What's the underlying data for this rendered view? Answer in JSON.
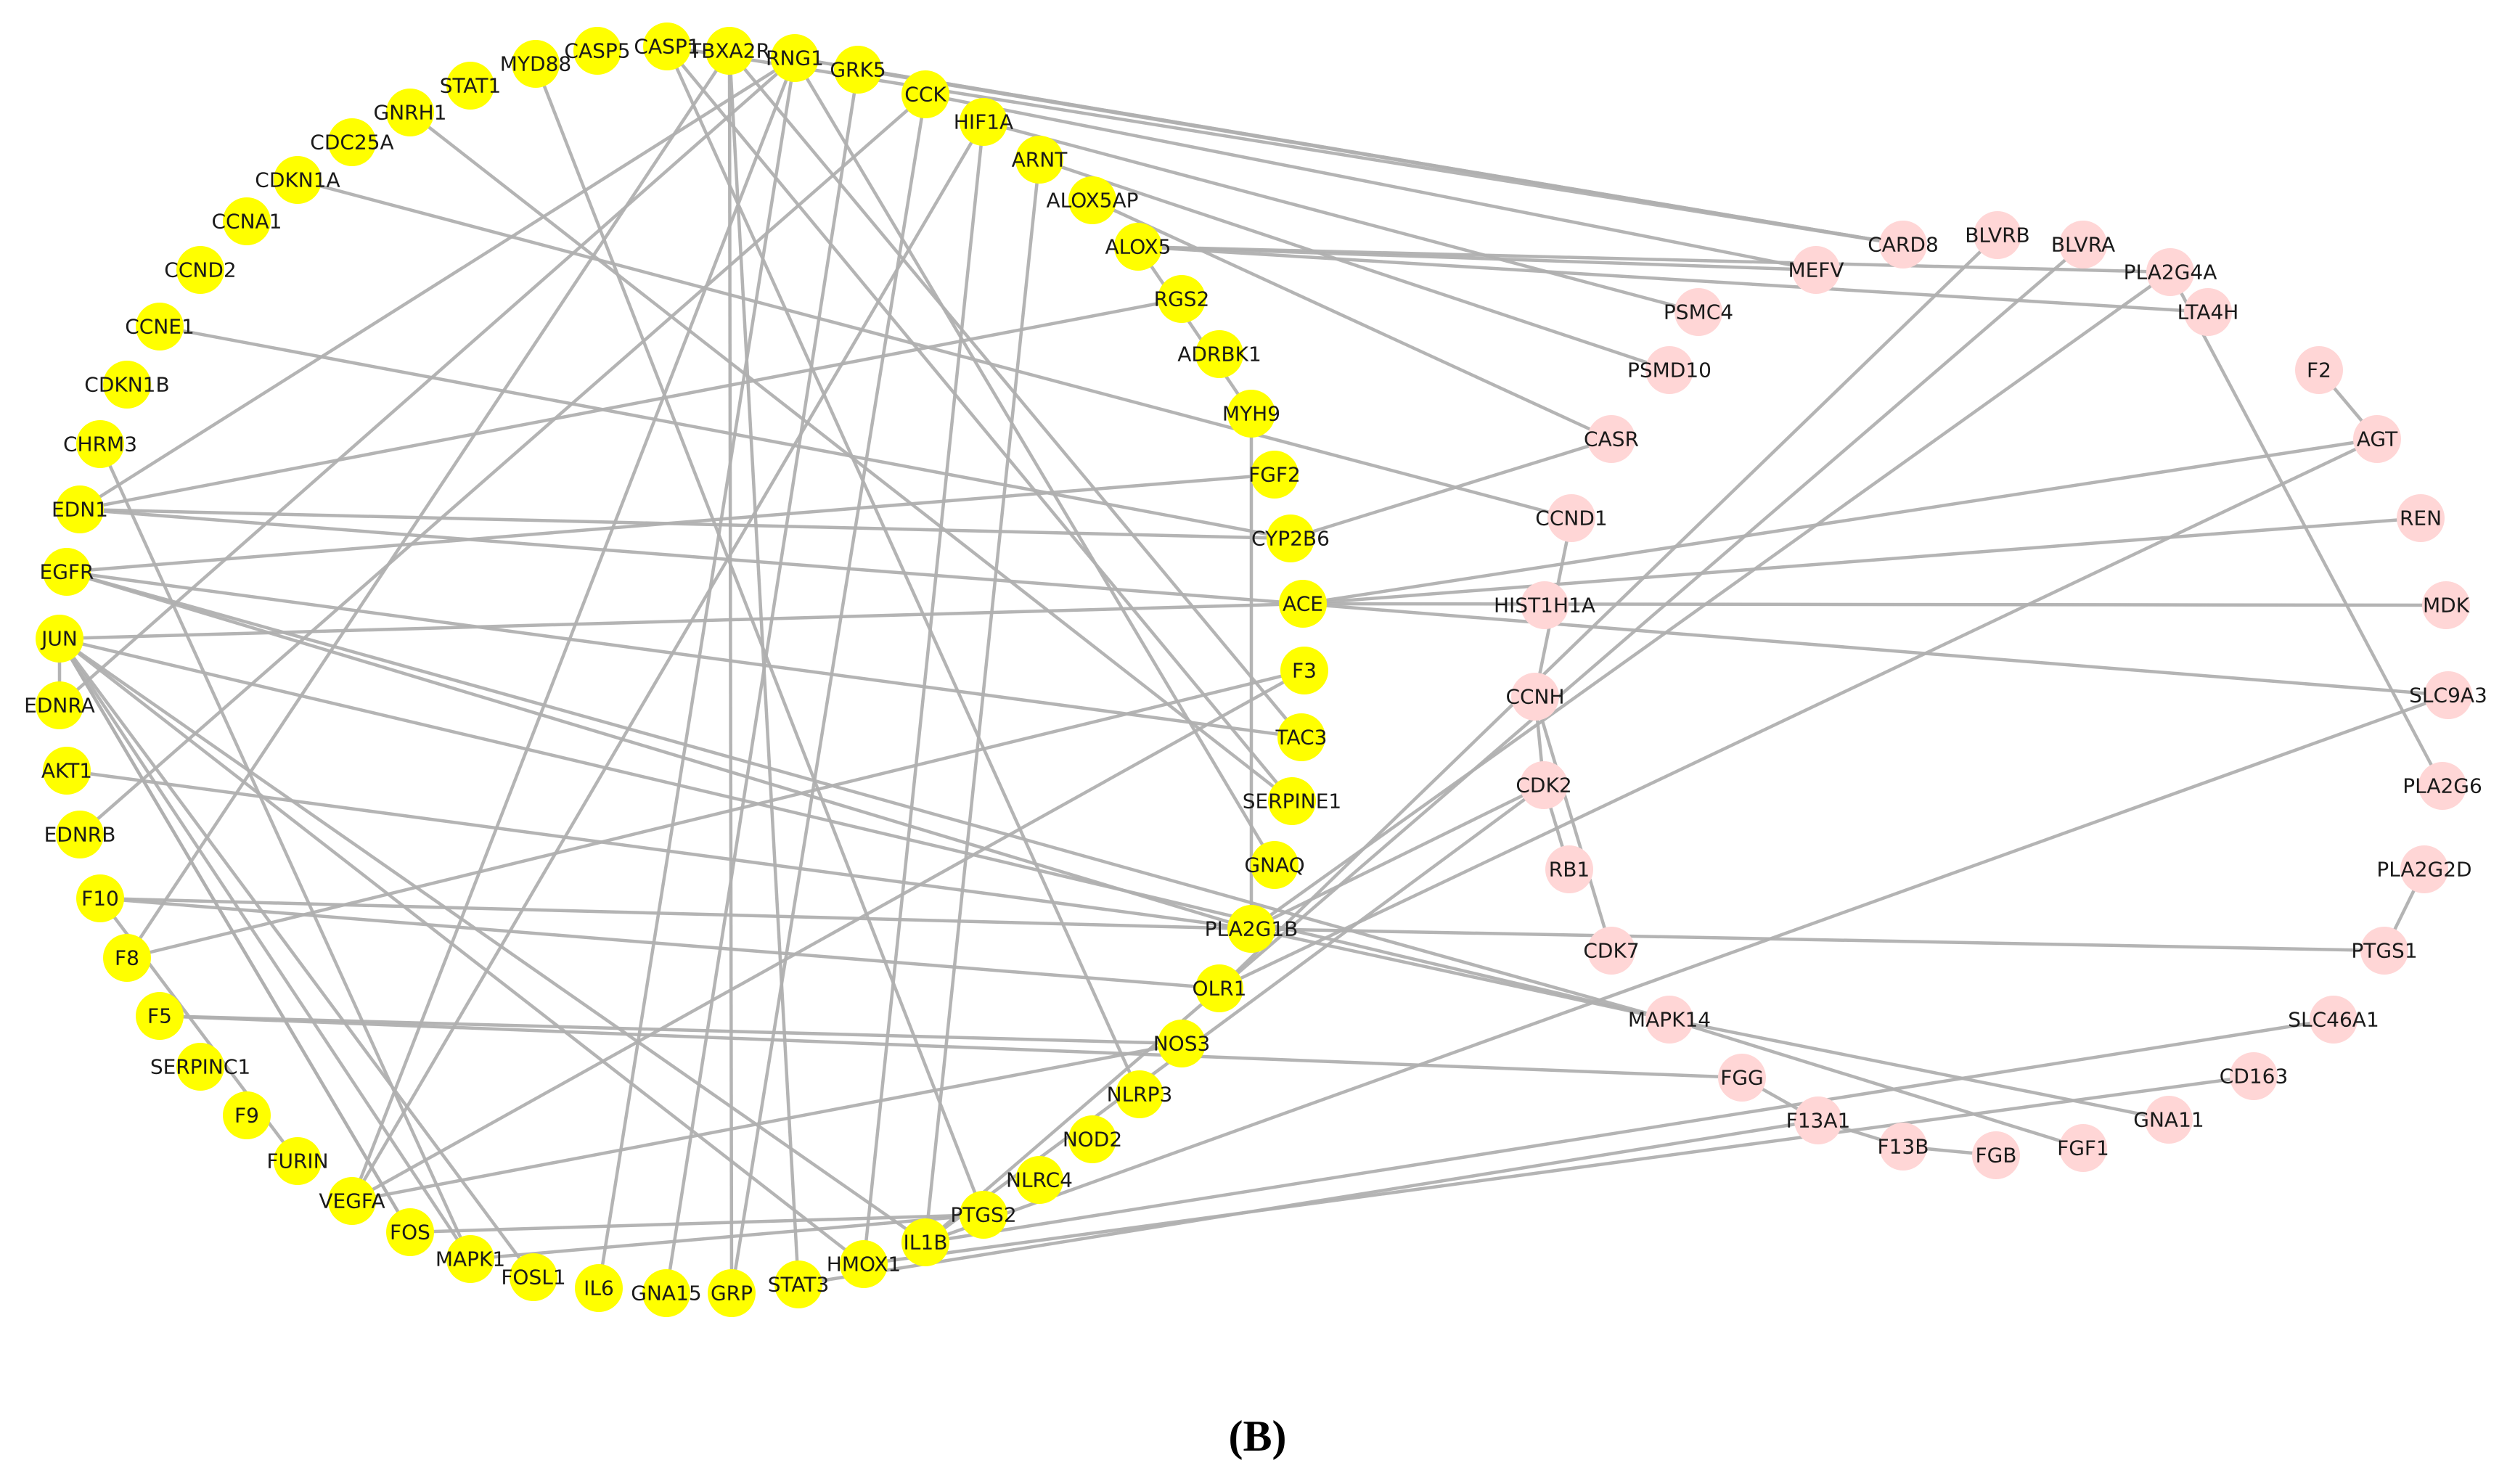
{
  "panel_label": "(B)",
  "colors": {
    "group_a": "#ffff00",
    "group_b": "#ffd6d6",
    "edge": "#b0b0b0"
  },
  "nodes": [
    {
      "id": "MYD88",
      "group": "a"
    },
    {
      "id": "CASP5",
      "group": "a"
    },
    {
      "id": "CASP1",
      "group": "a"
    },
    {
      "id": "TBXA2R",
      "group": "a"
    },
    {
      "id": "RNG1",
      "group": "a"
    },
    {
      "id": "GRK5",
      "group": "a"
    },
    {
      "id": "CCK",
      "group": "a"
    },
    {
      "id": "HIF1A",
      "group": "a"
    },
    {
      "id": "ARNT",
      "group": "a"
    },
    {
      "id": "ALOX5AP",
      "group": "a"
    },
    {
      "id": "ALOX5",
      "group": "a"
    },
    {
      "id": "RGS2",
      "group": "a"
    },
    {
      "id": "ADRBK1",
      "group": "a"
    },
    {
      "id": "MYH9",
      "group": "a"
    },
    {
      "id": "FGF2",
      "group": "a"
    },
    {
      "id": "CYP2B6",
      "group": "a"
    },
    {
      "id": "ACE",
      "group": "a"
    },
    {
      "id": "F3",
      "group": "a"
    },
    {
      "id": "TAC3",
      "group": "a"
    },
    {
      "id": "SERPINE1",
      "group": "a"
    },
    {
      "id": "GNAQ",
      "group": "a"
    },
    {
      "id": "PLA2G1B",
      "group": "a"
    },
    {
      "id": "OLR1",
      "group": "a"
    },
    {
      "id": "NOS3",
      "group": "a"
    },
    {
      "id": "NLRP3",
      "group": "a"
    },
    {
      "id": "NOD2",
      "group": "a"
    },
    {
      "id": "NLRC4",
      "group": "a"
    },
    {
      "id": "PTGS2",
      "group": "a"
    },
    {
      "id": "IL1B",
      "group": "a"
    },
    {
      "id": "HMOX1",
      "group": "a"
    },
    {
      "id": "STAT3",
      "group": "a"
    },
    {
      "id": "GRP",
      "group": "a"
    },
    {
      "id": "GNA15",
      "group": "a"
    },
    {
      "id": "IL6",
      "group": "a"
    },
    {
      "id": "FOSL1",
      "group": "a"
    },
    {
      "id": "MAPK1",
      "group": "a"
    },
    {
      "id": "FOS",
      "group": "a"
    },
    {
      "id": "VEGFA",
      "group": "a"
    },
    {
      "id": "FURIN",
      "group": "a"
    },
    {
      "id": "F9",
      "group": "a"
    },
    {
      "id": "SERPINC1",
      "group": "a"
    },
    {
      "id": "F5",
      "group": "a"
    },
    {
      "id": "F8",
      "group": "a"
    },
    {
      "id": "F10",
      "group": "a"
    },
    {
      "id": "EDNRB",
      "group": "a"
    },
    {
      "id": "AKT1",
      "group": "a"
    },
    {
      "id": "EDNRA",
      "group": "a"
    },
    {
      "id": "JUN",
      "group": "a"
    },
    {
      "id": "EGFR",
      "group": "a"
    },
    {
      "id": "EDN1",
      "group": "a"
    },
    {
      "id": "CHRM3",
      "group": "a"
    },
    {
      "id": "CDKN1B",
      "group": "a"
    },
    {
      "id": "CCNE1",
      "group": "a"
    },
    {
      "id": "CCND2",
      "group": "a"
    },
    {
      "id": "CCNA1",
      "group": "a"
    },
    {
      "id": "CDKN1A",
      "group": "a"
    },
    {
      "id": "CDC25A",
      "group": "a"
    },
    {
      "id": "GNRH1",
      "group": "a"
    },
    {
      "id": "STAT1",
      "group": "a"
    },
    {
      "id": "CARD8",
      "group": "b"
    },
    {
      "id": "BLVRB",
      "group": "b"
    },
    {
      "id": "BLVRA",
      "group": "b"
    },
    {
      "id": "MEFV",
      "group": "b"
    },
    {
      "id": "PLA2G4A",
      "group": "b"
    },
    {
      "id": "PSMC4",
      "group": "b"
    },
    {
      "id": "LTA4H",
      "group": "b"
    },
    {
      "id": "PSMD10",
      "group": "b"
    },
    {
      "id": "F2",
      "group": "b"
    },
    {
      "id": "CASR",
      "group": "b"
    },
    {
      "id": "AGT",
      "group": "b"
    },
    {
      "id": "CCND1",
      "group": "b"
    },
    {
      "id": "REN",
      "group": "b"
    },
    {
      "id": "HIST1H1A",
      "group": "b"
    },
    {
      "id": "MDK",
      "group": "b"
    },
    {
      "id": "CCNH",
      "group": "b"
    },
    {
      "id": "SLC9A3",
      "group": "b"
    },
    {
      "id": "CDK2",
      "group": "b"
    },
    {
      "id": "PLA2G6",
      "group": "b"
    },
    {
      "id": "RB1",
      "group": "b"
    },
    {
      "id": "PLA2G2D",
      "group": "b"
    },
    {
      "id": "CDK7",
      "group": "b"
    },
    {
      "id": "PTGS1",
      "group": "b"
    },
    {
      "id": "MAPK14",
      "group": "b"
    },
    {
      "id": "SLC46A1",
      "group": "b"
    },
    {
      "id": "CD163",
      "group": "b"
    },
    {
      "id": "FGG",
      "group": "b"
    },
    {
      "id": "F13A1",
      "group": "b"
    },
    {
      "id": "GNA11",
      "group": "b"
    },
    {
      "id": "F13B",
      "group": "b"
    },
    {
      "id": "FGB",
      "group": "b"
    },
    {
      "id": "FGF1",
      "group": "b"
    }
  ],
  "edges": [
    [
      "RNG1",
      "CARD8"
    ],
    [
      "GRK5",
      "CARD8"
    ],
    [
      "CCK",
      "MEFV"
    ],
    [
      "HIF1A",
      "PSMC4"
    ],
    [
      "ARNT",
      "PSMD10"
    ],
    [
      "ALOX5AP",
      "CASR"
    ],
    [
      "ALOX5",
      "PLA2G4A"
    ],
    [
      "ALOX5",
      "LTA4H"
    ],
    [
      "RGS2",
      "EDN1"
    ],
    [
      "FGF2",
      "EGFR"
    ],
    [
      "CYP2B6",
      "CASR"
    ],
    [
      "CYP2B6",
      "CCNE1"
    ],
    [
      "ACE",
      "AGT"
    ],
    [
      "ACE",
      "REN"
    ],
    [
      "ACE",
      "MDK"
    ],
    [
      "ACE",
      "EDN1"
    ],
    [
      "ACE",
      "JUN"
    ],
    [
      "ACE",
      "SLC9A3"
    ],
    [
      "F3",
      "F8"
    ],
    [
      "F3",
      "VEGFA"
    ],
    [
      "TAC3",
      "TBXA2R"
    ],
    [
      "SERPINE1",
      "CASP1"
    ],
    [
      "GNAQ",
      "RNG1"
    ],
    [
      "PLA2G1B",
      "PLA2G4A"
    ],
    [
      "PLA2G1B",
      "PTGS1"
    ],
    [
      "PLA2G1B",
      "MAPK14"
    ],
    [
      "PLA2G1B",
      "EGFR"
    ],
    [
      "PLA2G1B",
      "AKT1"
    ],
    [
      "OLR1",
      "F10"
    ],
    [
      "OLR1",
      "BLVRB"
    ],
    [
      "NOS3",
      "VEGFA"
    ],
    [
      "NOS3",
      "F5"
    ],
    [
      "NLRP3",
      "CASP1"
    ],
    [
      "PTGS2",
      "MYD88"
    ],
    [
      "PTGS2",
      "MAPK1"
    ],
    [
      "IL1B",
      "SLC9A3"
    ],
    [
      "IL1B",
      "SLC46A1"
    ],
    [
      "IL1B",
      "BLVRA"
    ],
    [
      "IL1B",
      "ARNT"
    ],
    [
      "IL1B",
      "JUN"
    ],
    [
      "HMOX1",
      "HIF1A"
    ],
    [
      "HMOX1",
      "CD163"
    ],
    [
      "STAT3",
      "F13A1"
    ],
    [
      "STAT3",
      "TBXA2R"
    ],
    [
      "GRP",
      "TBXA2R"
    ],
    [
      "GRP",
      "CCK"
    ],
    [
      "GNA15",
      "GRK5"
    ],
    [
      "IL6",
      "RNG1"
    ],
    [
      "FOSL1",
      "JUN"
    ],
    [
      "MAPK1",
      "CHRM3"
    ],
    [
      "MAPK1",
      "JUN"
    ],
    [
      "FOS",
      "JUN"
    ],
    [
      "FOS",
      "PTGS2"
    ],
    [
      "VEGFA",
      "RNG1"
    ],
    [
      "VEGFA",
      "HIF1A"
    ],
    [
      "FURIN",
      "F10"
    ],
    [
      "F8",
      "TBXA2R"
    ],
    [
      "F5",
      "FGG"
    ],
    [
      "F10",
      "PLA2G1B"
    ],
    [
      "EDNRB",
      "CCK"
    ],
    [
      "EDNRA",
      "RNG1"
    ],
    [
      "EDN1",
      "RNG1"
    ],
    [
      "EDN1",
      "CYP2B6"
    ],
    [
      "JUN",
      "FOS"
    ],
    [
      "JUN",
      "HMOX1"
    ],
    [
      "JUN",
      "MAPK14"
    ],
    [
      "EGFR",
      "TAC3"
    ],
    [
      "EGFR",
      "MAPK14"
    ],
    [
      "CDKN1A",
      "CCND1"
    ],
    [
      "GNRH1",
      "SERPINE1"
    ],
    [
      "CASP1",
      "CARD8"
    ],
    [
      "MYH9",
      "ALOX5"
    ],
    [
      "MYH9",
      "PLA2G1B"
    ],
    [
      "MAPK14",
      "FGF1"
    ],
    [
      "MAPK14",
      "GNA11"
    ],
    [
      "FGG",
      "F13A1"
    ],
    [
      "F13A1",
      "F13B"
    ],
    [
      "F13B",
      "FGB"
    ],
    [
      "CCND1",
      "CCNH"
    ],
    [
      "CCNH",
      "CDK2"
    ],
    [
      "CCNH",
      "CDK7"
    ],
    [
      "CDK2",
      "RB1"
    ],
    [
      "CDK2",
      "PLA2G1B"
    ],
    [
      "F2",
      "AGT"
    ],
    [
      "PLA2G2D",
      "PTGS1"
    ],
    [
      "PLA2G4A",
      "PLA2G6"
    ],
    [
      "AGT",
      "OLR1"
    ],
    [
      "CARD8",
      "RNG1"
    ],
    [
      "MEFV",
      "ALOX5"
    ],
    [
      "JUN",
      "EDNRA"
    ],
    [
      "IL1B",
      "CDK2"
    ]
  ]
}
